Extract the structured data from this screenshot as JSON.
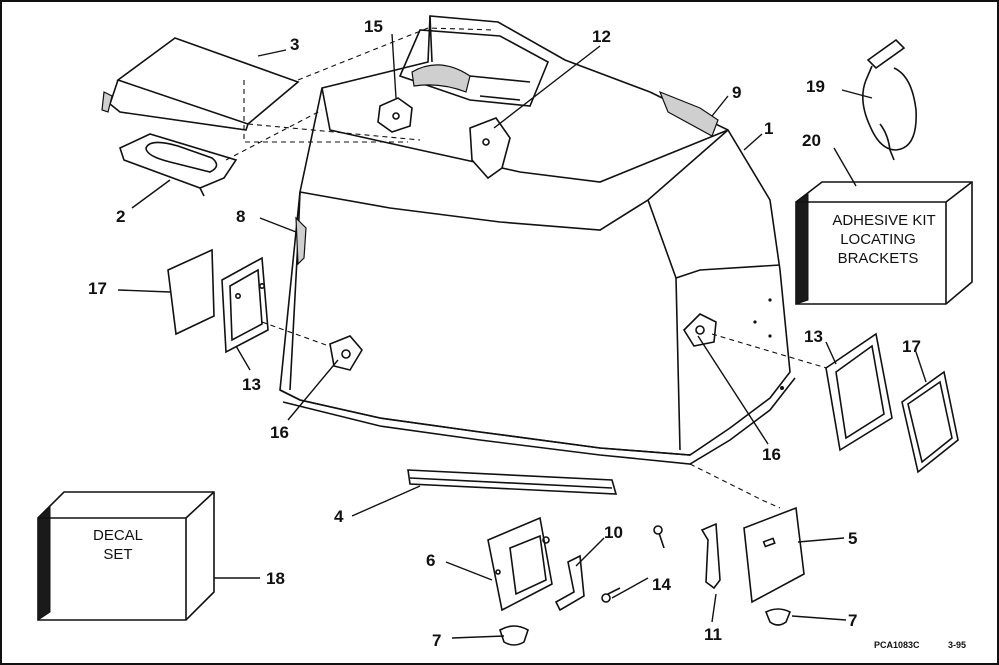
{
  "callouts": {
    "c1": "1",
    "c2": "2",
    "c3": "3",
    "c4": "4",
    "c5": "5",
    "c6": "6",
    "c7a": "7",
    "c7b": "7",
    "c8": "8",
    "c9": "9",
    "c10": "10",
    "c11": "11",
    "c12": "12",
    "c13a": "13",
    "c13b": "13",
    "c14": "14",
    "c15": "15",
    "c16a": "16",
    "c16b": "16",
    "c17a": "17",
    "c17b": "17",
    "c18": "18",
    "c19": "19",
    "c20": "20"
  },
  "kit_box": {
    "line1": "ADHESIVE KIT",
    "line2": "LOCATING",
    "line3": "BRACKETS"
  },
  "decal_box": {
    "line1": "DECAL",
    "line2": "SET"
  },
  "footer": {
    "code": "PCA1083C",
    "date": "3-95"
  }
}
